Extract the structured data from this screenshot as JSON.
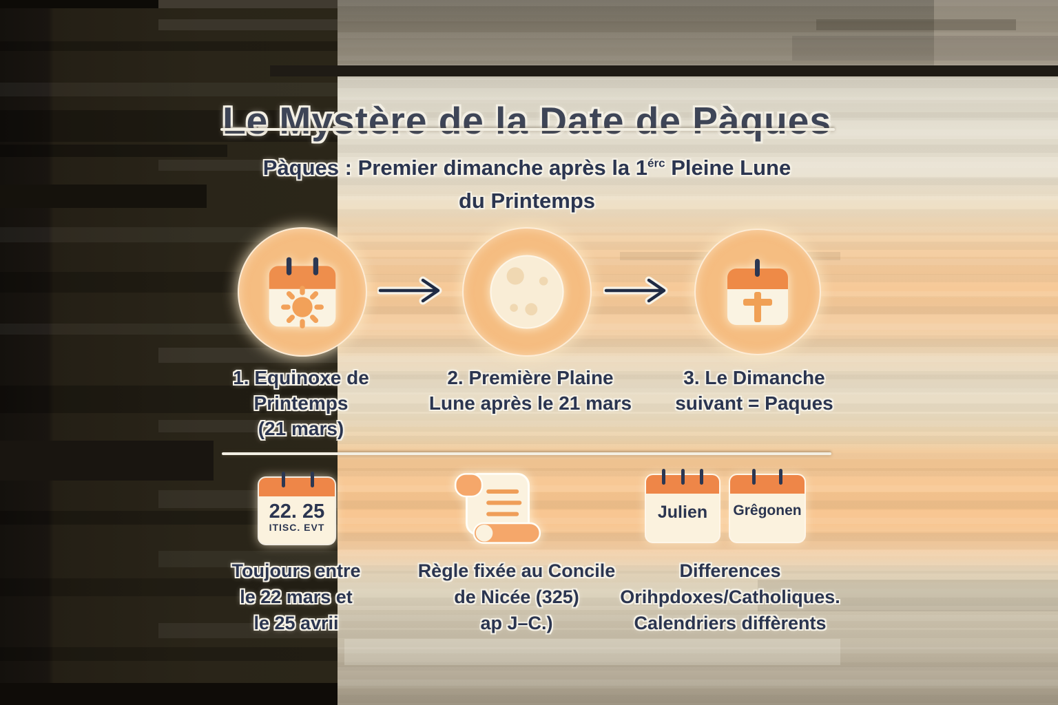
{
  "colors": {
    "accent_orange": "#ee8e4c",
    "circle_orange": "#f5bd81",
    "cream": "#faf3e2",
    "navy_text": "#2b3550",
    "title_slate": "#3e4557",
    "background_peach": "#f6c794",
    "dark_panel": "#1b1712"
  },
  "header": {
    "title": "Le Mystère de la Date de Pàques",
    "subtitle_line1_prefix": "Pàques : Premier dimanche après la 1",
    "subtitle_superscript": "érc",
    "subtitle_line1_suffix": " Pleine Lune",
    "subtitle_line2": "du Printemps"
  },
  "steps": [
    {
      "icon": "calendar-sun-icon",
      "lines": [
        "1. Equinoxe de",
        "Printemps",
        "(21 mars)"
      ]
    },
    {
      "icon": "full-moon-icon",
      "lines": [
        "2. Première Plaine",
        "Lune après le 21 mars"
      ]
    },
    {
      "icon": "calendar-cross-icon",
      "lines": [
        "3. Le Dimanche",
        "suivant = Paques"
      ]
    }
  ],
  "facts": [
    {
      "icon": "calendar-dates-icon",
      "cal_numbers": "22. 25",
      "cal_label": "ITISC. EVT",
      "lines": [
        "Toujours entre",
        "le 22 mars et",
        "le 25 avrii"
      ]
    },
    {
      "icon": "scroll-icon",
      "lines": [
        "Règle fixée au Concile",
        "de Nicée (325)",
        "ap J–C.)"
      ]
    },
    {
      "icon": "dual-calendars-icon",
      "left_calendar": "Julien",
      "right_calendar": "Grêgonen",
      "lines": [
        "Differences",
        "Orihpdoxes/Catholiques.",
        "Calendriers diffèrents"
      ]
    }
  ]
}
